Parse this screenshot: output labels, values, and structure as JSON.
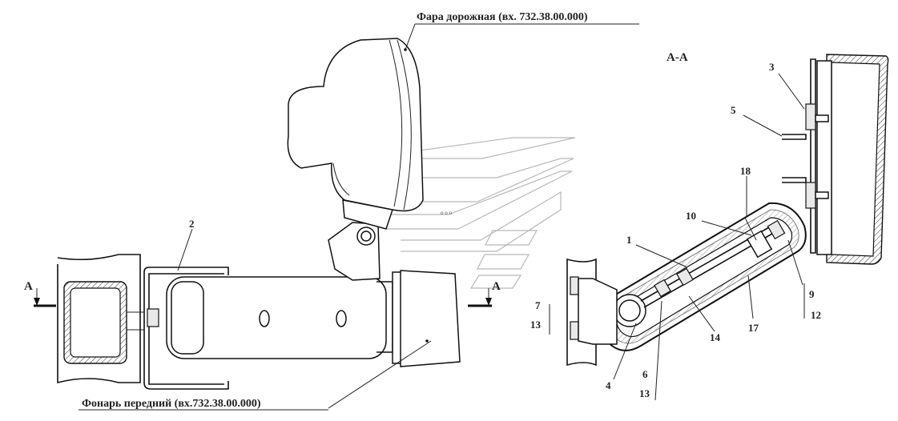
{
  "labels": {
    "road_headlight": "Фара дорожная (вх. 732.38.00.000)",
    "front_lamp": "Фонарь передний (вх.732.38.00.000)",
    "section_title": "А-А",
    "section_mark_left": "А",
    "section_mark_right": "А"
  },
  "callouts": {
    "n2": "2",
    "n3": "3",
    "n5": "5",
    "n18": "18",
    "n10": "10",
    "n1": "1",
    "n9": "9",
    "n12": "12",
    "n7": "7",
    "n13a": "13",
    "n14": "14",
    "n17": "17",
    "n4": "4",
    "n6": "6",
    "n13b": "13"
  }
}
